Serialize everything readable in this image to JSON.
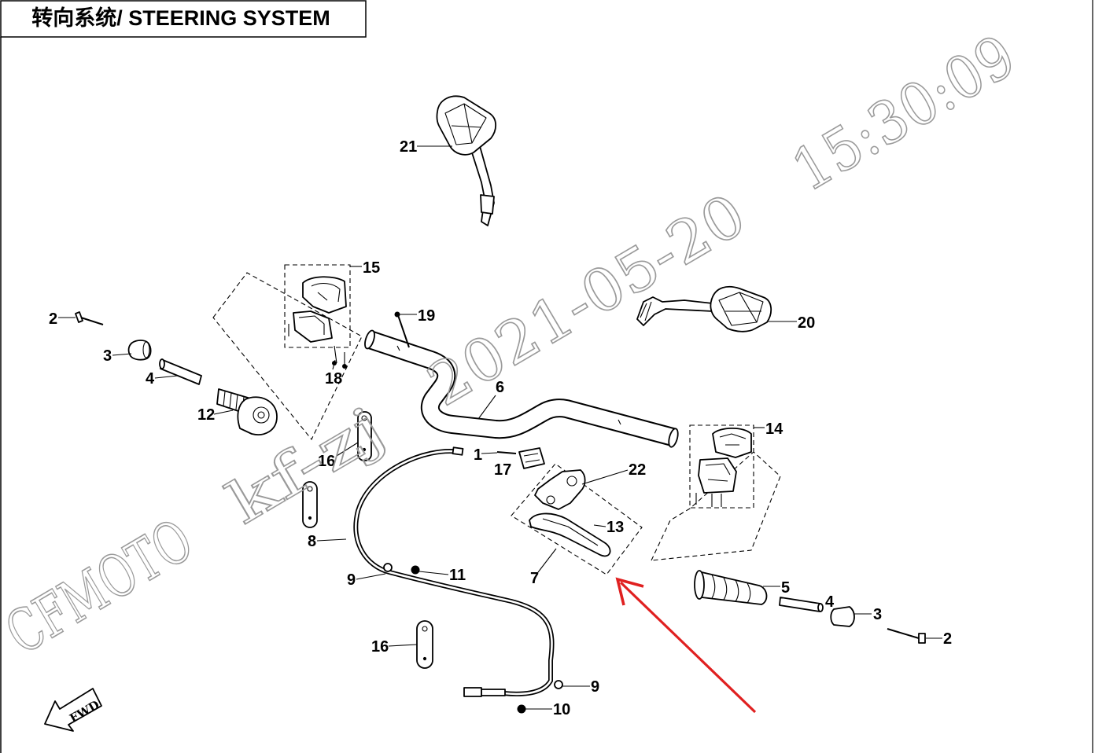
{
  "title": "转向系统/ STEERING SYSTEM",
  "callouts": [
    "21",
    "15",
    "2",
    "19",
    "3",
    "4",
    "18",
    "12",
    "6",
    "20",
    "14",
    "16",
    "1",
    "17",
    "22",
    "13",
    "8",
    "7",
    "9",
    "11",
    "5",
    "4",
    "3",
    "2",
    "16",
    "9",
    "10"
  ],
  "watermark": [
    "CFMOTO",
    "kf-zj",
    "2021-05-20",
    "15:30:09"
  ],
  "fwd_label": "FWD",
  "colors": {
    "line": "#000000",
    "watermark": "#9a9a9a",
    "pointer_arrow": "#e02020"
  }
}
